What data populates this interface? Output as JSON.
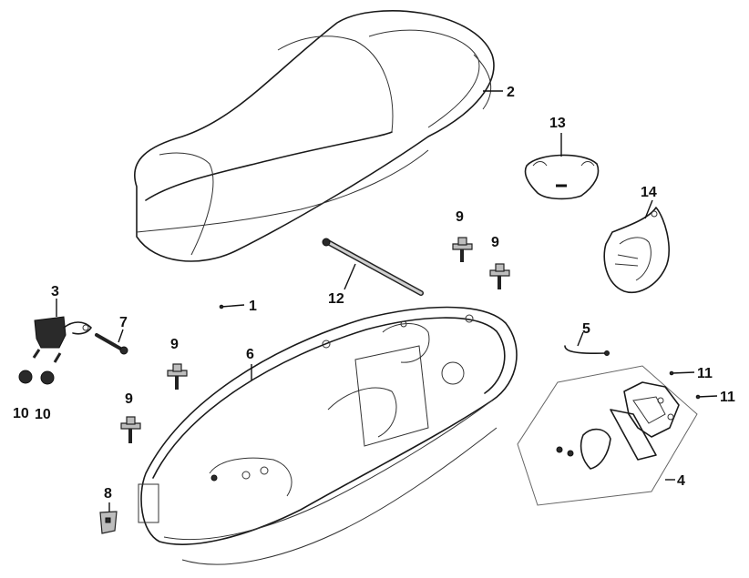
{
  "callouts": {
    "c1": "1",
    "c2": "2",
    "c3": "3",
    "c4": "4",
    "c5": "5",
    "c6": "6",
    "c7": "7",
    "c8": "8",
    "c9a": "9",
    "c9b": "9",
    "c9c": "9",
    "c9d": "9",
    "c10a": "10",
    "c10b": "10",
    "c11a": "11",
    "c11b": "11",
    "c12": "12",
    "c13": "13",
    "c14": "14"
  }
}
